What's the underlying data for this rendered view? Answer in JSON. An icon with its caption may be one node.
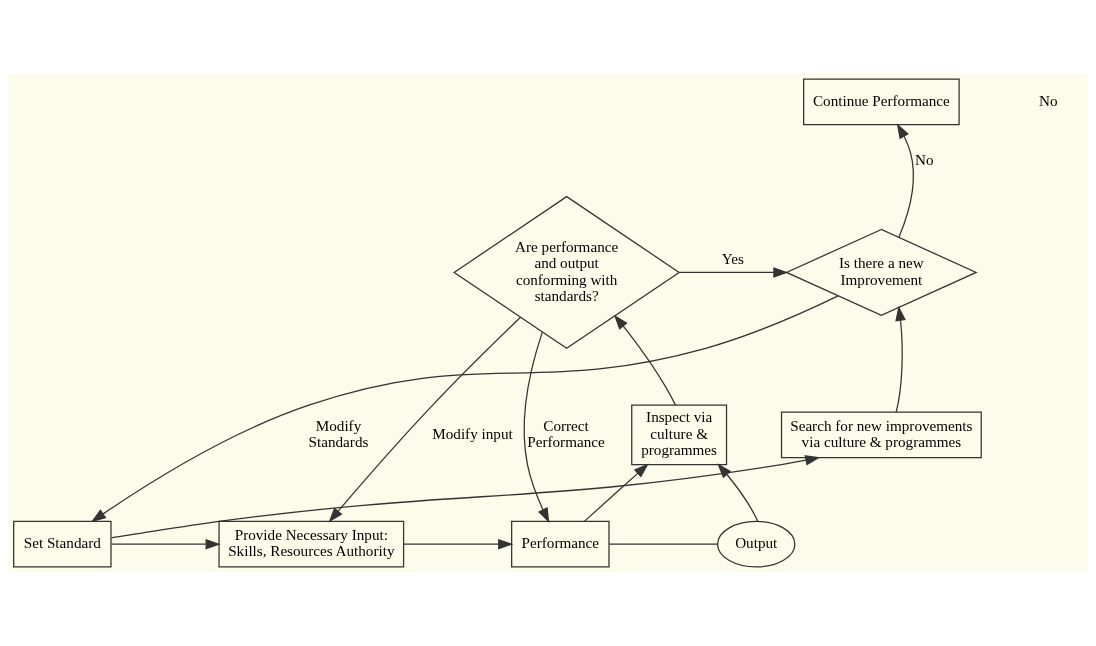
{
  "diagram": {
    "nodes": [
      {
        "text": [
          "Continue Performance"
        ]
      },
      {
        "text": [
          "Is there a new Improvement"
        ]
      },
      {
        "text": [
          "Are performance and output conforming with standards?"
        ]
      },
      {
        "text": [
          "Search for new improvements via culture & programmes"
        ]
      },
      {
        "text": [
          "Inspect via culture & programmes"
        ]
      },
      {
        "text": [
          "Set Standard"
        ]
      },
      {
        "text": [
          "Provide Necessary Input: Skills, Resources Authority"
        ]
      },
      {
        "text": [
          "Performance"
        ]
      },
      {
        "text": [
          "Output"
        ]
      }
    ],
    "edges": [
      {
        "from": 1,
        "to": 0,
        "arrow": "to",
        "label": "No"
      },
      {
        "from": 2,
        "to": 1,
        "arrow": "to",
        "label": "Yes"
      },
      {
        "from": 4,
        "to": 2,
        "arrow": "to"
      },
      {
        "from": 3,
        "to": 1,
        "arrow": "to"
      },
      {
        "from": 1,
        "to": 5,
        "arrow": "to",
        "label": "Modify Standards"
      },
      {
        "from": 5,
        "to": 3,
        "arrow": "to"
      },
      {
        "from": 5,
        "to": 6,
        "arrow": "to"
      },
      {
        "from": 2,
        "to": 6,
        "arrow": "to",
        "label": "Modify input"
      },
      {
        "from": 2,
        "to": 7,
        "arrow": "to",
        "label": "Correct Performance"
      },
      {
        "from": 6,
        "to": 7,
        "arrow": "to"
      },
      {
        "from": 7,
        "to": 4,
        "arrow": "to"
      },
      {
        "from": 7,
        "to": 8,
        "arrow": "none"
      },
      {
        "from": 8,
        "to": 4,
        "arrow": "to"
      }
    ],
    "labels": [
      "No"
    ]
  }
}
